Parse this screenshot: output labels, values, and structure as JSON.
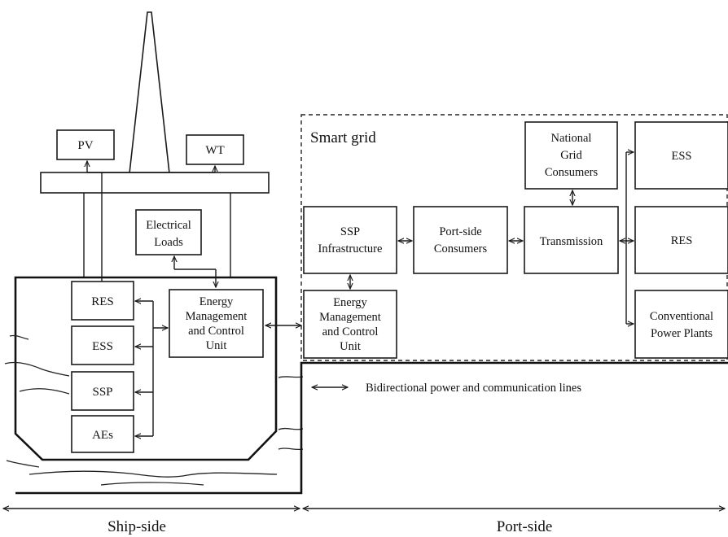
{
  "ship": {
    "pv": "PV",
    "wt": "WT",
    "electrical_loads": [
      "Electrical",
      "Loads"
    ],
    "res": "RES",
    "ess": "ESS",
    "ssp": "SSP",
    "aes": "AEs",
    "emcu": [
      "Energy",
      "Management",
      "and Control",
      "Unit"
    ]
  },
  "grid": {
    "title": "Smart grid",
    "ssp_infrastructure": [
      "SSP",
      "Infrastructure"
    ],
    "emcu": [
      "Energy",
      "Management",
      "and Control",
      "Unit"
    ],
    "portside_consumers": [
      "Port-side",
      "Consumers"
    ],
    "transmission": "Transmission",
    "national_grid": [
      "National",
      "Grid",
      "Consumers"
    ],
    "ess": "ESS",
    "res": "RES",
    "conventional": [
      "Conventional",
      "Power Plants"
    ]
  },
  "legend": "Bidirectional power and communication lines",
  "axis": {
    "ship_side": "Ship-side",
    "port_side": "Port-side"
  }
}
